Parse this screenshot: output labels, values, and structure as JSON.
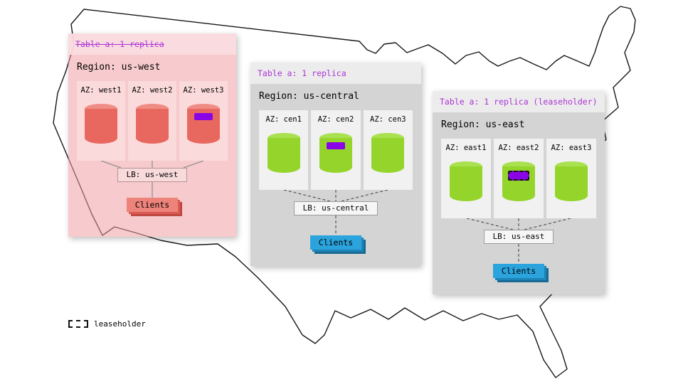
{
  "colors": {
    "purple_text": "#ab32d6",
    "replica_chip": "#8a05e6",
    "red_cylinder": "#e8685f",
    "green_cylinder": "#95d52b",
    "clients_blue": "#2ba4de",
    "clients_red": "#ee837b"
  },
  "legend": {
    "label": "leaseholder"
  },
  "regions": [
    {
      "table_label": "Table a: 1 replica",
      "region_label": "Region: us-west",
      "azs": [
        {
          "label": "AZ: west1"
        },
        {
          "label": "AZ: west2"
        },
        {
          "label": "AZ: west3"
        }
      ],
      "lb_label": "LB: us-west",
      "clients_label": "Clients"
    },
    {
      "table_label": "Table a: 1 replica",
      "region_label": "Region: us-central",
      "azs": [
        {
          "label": "AZ: cen1"
        },
        {
          "label": "AZ: cen2"
        },
        {
          "label": "AZ: cen3"
        }
      ],
      "lb_label": "LB: us-central",
      "clients_label": "Clients"
    },
    {
      "table_label": "Table a: 1 replica (leaseholder)",
      "region_label": "Region: us-east",
      "azs": [
        {
          "label": "AZ: east1"
        },
        {
          "label": "AZ: east2"
        },
        {
          "label": "AZ: east3"
        }
      ],
      "lb_label": "LB: us-east",
      "clients_label": "Clients"
    }
  ]
}
